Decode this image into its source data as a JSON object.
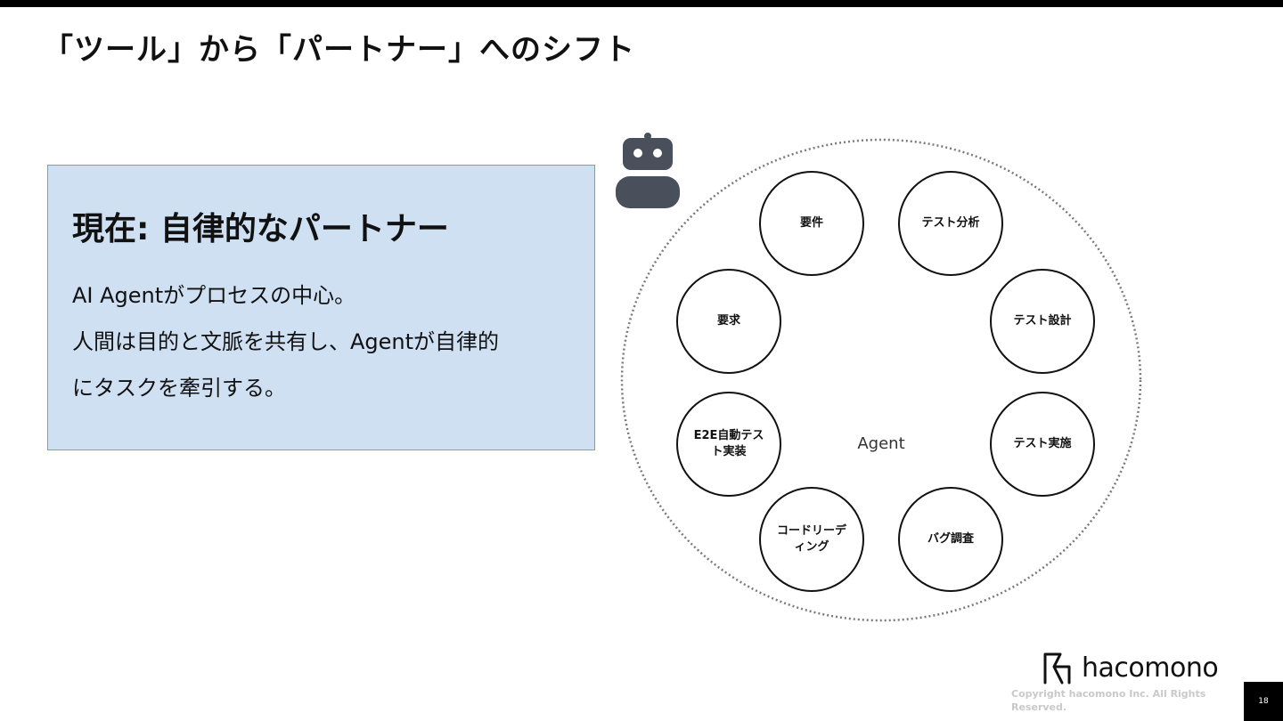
{
  "slide": {
    "title": "「ツール」から「パートナー」へのシフト",
    "page_number": "18",
    "copyright": "Copyright hacomono Inc. All Rights Reserved."
  },
  "panel": {
    "heading": "現在: 自律的なパートナー",
    "lines": [
      "AI Agentがプロセスの中心。",
      "人間は目的と文脈を共有し、Agentが自律的",
      "にタスクを牽引する。"
    ],
    "bg_color": "#cfe0f3",
    "border_color": "#6f9fd8"
  },
  "diagram": {
    "center_label": "Agent",
    "center_icon": "robot-icon",
    "icon_color": "#4a4f5c",
    "nodes": [
      "要件",
      "テスト分析",
      "テスト設計",
      "テスト実施",
      "バグ調査",
      "コードリーディング",
      "E2E自動テスト実装",
      "要求"
    ]
  },
  "logo": {
    "text": "hacomono",
    "icon": "hacomono-logo-icon"
  }
}
